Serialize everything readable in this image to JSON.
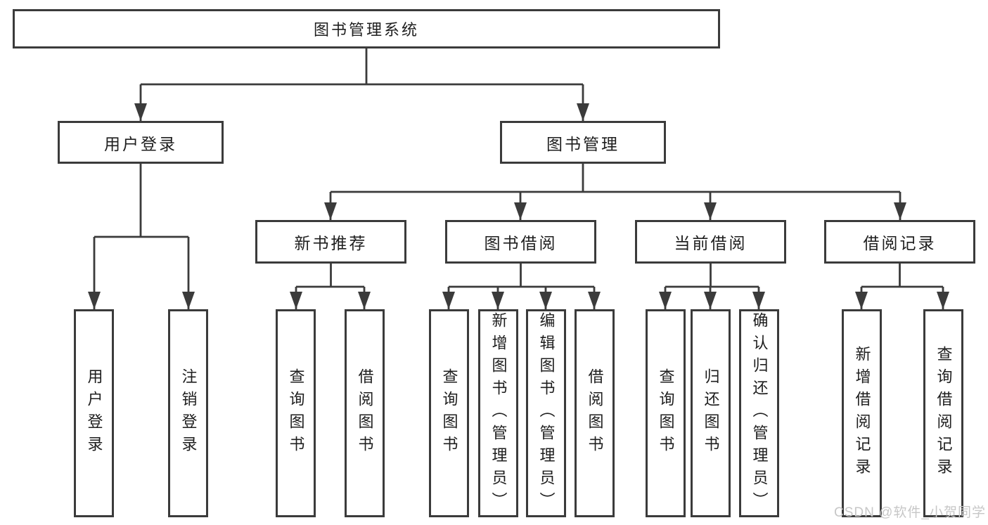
{
  "diagram": {
    "root": {
      "label": "图书管理系统"
    },
    "user_login": {
      "label": "用户登录",
      "children": [
        {
          "label": "用户登录"
        },
        {
          "label": "注销登录"
        }
      ]
    },
    "book_management": {
      "label": "图书管理",
      "sections": [
        {
          "label": "新书推荐",
          "children": [
            {
              "label": "查询图书"
            },
            {
              "label": "借阅图书"
            }
          ]
        },
        {
          "label": "图书借阅",
          "children": [
            {
              "label": "查询图书"
            },
            {
              "label": "新增图书（管理员）"
            },
            {
              "label": "编辑图书（管理员）"
            },
            {
              "label": "借阅图书"
            }
          ]
        },
        {
          "label": "当前借阅",
          "children": [
            {
              "label": "查询图书"
            },
            {
              "label": "归还图书"
            },
            {
              "label": "确认归还（管理员）"
            }
          ]
        },
        {
          "label": "借阅记录",
          "children": [
            {
              "label": "新增借阅记录"
            },
            {
              "label": "查询借阅记录"
            }
          ]
        }
      ]
    }
  },
  "watermark": {
    "text": "CSDN @软件_小贺同学"
  },
  "colors": {
    "line": "#3b3b3b",
    "text": "#1e1e1e",
    "watermark": "#c7c7c7",
    "background": "#ffffff"
  }
}
